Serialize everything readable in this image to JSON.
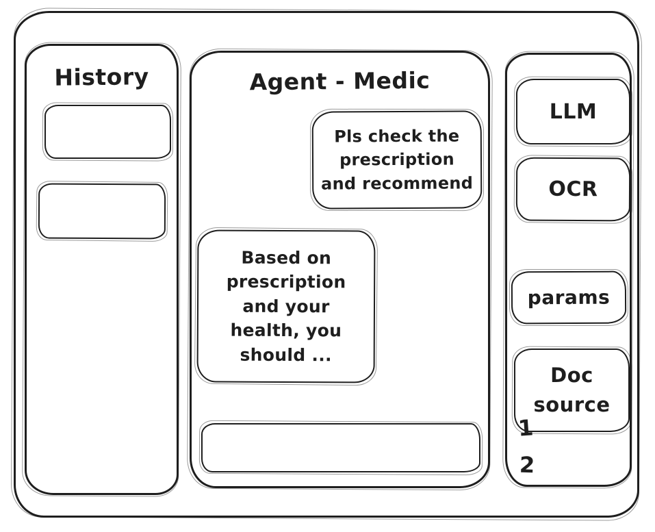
{
  "window": {
    "background_color": "#ffffff",
    "ink_color": "#1e1e1e"
  },
  "history_panel": {
    "title": "History",
    "items": [
      {
        "label": ""
      },
      {
        "label": ""
      }
    ]
  },
  "chat_panel": {
    "title": "Agent - Medic",
    "messages": [
      {
        "role": "user",
        "text": "Pls check the\nprescription\nand recommend"
      },
      {
        "role": "assistant",
        "text": "Based on\nprescription\nand your\nhealth, you\nshould ..."
      }
    ],
    "input": {
      "value": "",
      "placeholder": ""
    }
  },
  "tools_panel": {
    "buttons": [
      {
        "id": "llm",
        "label": "LLM"
      },
      {
        "id": "ocr",
        "label": "OCR"
      },
      {
        "id": "params",
        "label": "params"
      },
      {
        "id": "doc-source",
        "label": "Doc\nsource"
      }
    ],
    "doc_source_items": [
      "1",
      "2"
    ]
  }
}
